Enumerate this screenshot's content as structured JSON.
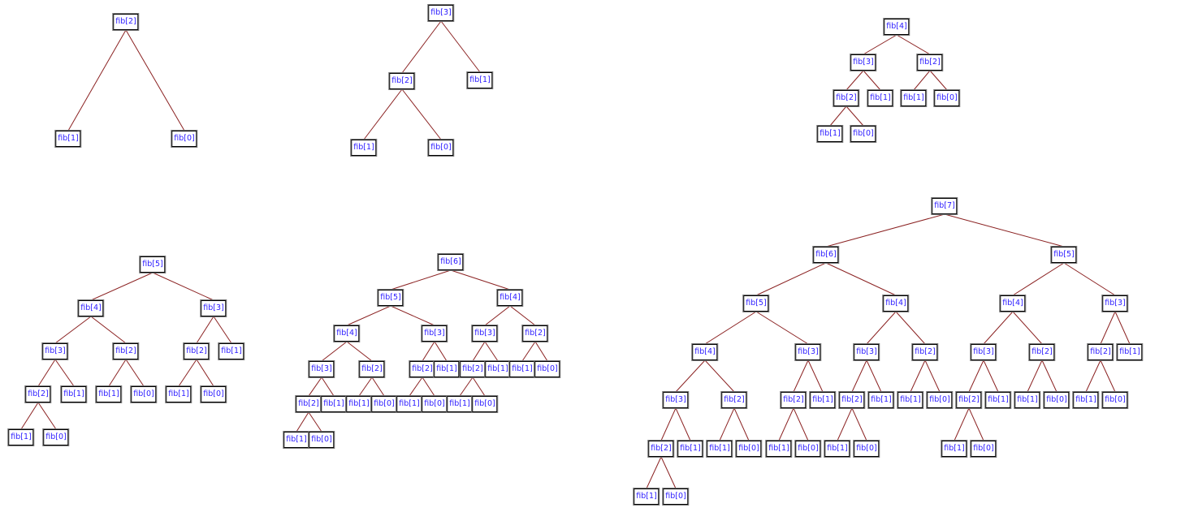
{
  "colors": {
    "edge": "#8b2222",
    "label": "#2a1aff",
    "border": "#000000"
  },
  "trees": [
    {
      "label": "fib[2]",
      "children": [
        {
          "label": "fib[1]"
        },
        {
          "label": "fib[0]"
        }
      ]
    },
    {
      "label": "fib[3]",
      "children": [
        {
          "label": "fib[2]",
          "children": [
            {
              "label": "fib[1]"
            },
            {
              "label": "fib[0]"
            }
          ]
        },
        {
          "label": "fib[1]"
        }
      ]
    },
    {
      "label": "fib[4]",
      "children": [
        {
          "label": "fib[3]",
          "children": [
            {
              "label": "fib[2]",
              "children": [
                {
                  "label": "fib[1]"
                },
                {
                  "label": "fib[0]"
                }
              ]
            },
            {
              "label": "fib[1]"
            }
          ]
        },
        {
          "label": "fib[2]",
          "children": [
            {
              "label": "fib[1]"
            },
            {
              "label": "fib[0]"
            }
          ]
        }
      ]
    },
    {
      "label": "fib[5]",
      "children": [
        {
          "label": "fib[4]",
          "children": [
            {
              "label": "fib[3]",
              "children": [
                {
                  "label": "fib[2]",
                  "children": [
                    {
                      "label": "fib[1]"
                    },
                    {
                      "label": "fib[0]"
                    }
                  ]
                },
                {
                  "label": "fib[1]"
                }
              ]
            },
            {
              "label": "fib[2]",
              "children": [
                {
                  "label": "fib[1]"
                },
                {
                  "label": "fib[0]"
                }
              ]
            }
          ]
        },
        {
          "label": "fib[3]",
          "children": [
            {
              "label": "fib[2]",
              "children": [
                {
                  "label": "fib[1]"
                },
                {
                  "label": "fib[0]"
                }
              ]
            },
            {
              "label": "fib[1]"
            }
          ]
        }
      ]
    },
    {
      "label": "fib[6]",
      "children": [
        {
          "label": "fib[5]",
          "children": [
            {
              "label": "fib[4]",
              "children": [
                {
                  "label": "fib[3]",
                  "children": [
                    {
                      "label": "fib[2]",
                      "children": [
                        {
                          "label": "fib[1]"
                        },
                        {
                          "label": "fib[0]"
                        }
                      ]
                    },
                    {
                      "label": "fib[1]"
                    }
                  ]
                },
                {
                  "label": "fib[2]",
                  "children": [
                    {
                      "label": "fib[1]"
                    },
                    {
                      "label": "fib[0]"
                    }
                  ]
                }
              ]
            },
            {
              "label": "fib[3]",
              "children": [
                {
                  "label": "fib[2]",
                  "children": [
                    {
                      "label": "fib[1]"
                    },
                    {
                      "label": "fib[0]"
                    }
                  ]
                },
                {
                  "label": "fib[1]"
                }
              ]
            }
          ]
        },
        {
          "label": "fib[4]",
          "children": [
            {
              "label": "fib[3]",
              "children": [
                {
                  "label": "fib[2]",
                  "children": [
                    {
                      "label": "fib[1]"
                    },
                    {
                      "label": "fib[0]"
                    }
                  ]
                },
                {
                  "label": "fib[1]"
                }
              ]
            },
            {
              "label": "fib[2]",
              "children": [
                {
                  "label": "fib[1]"
                },
                {
                  "label": "fib[0]"
                }
              ]
            }
          ]
        }
      ]
    },
    {
      "label": "fib[7]",
      "children": [
        {
          "label": "fib[6]",
          "children": [
            {
              "label": "fib[5]",
              "children": [
                {
                  "label": "fib[4]",
                  "children": [
                    {
                      "label": "fib[3]",
                      "children": [
                        {
                          "label": "fib[2]",
                          "children": [
                            {
                              "label": "fib[1]"
                            },
                            {
                              "label": "fib[0]"
                            }
                          ]
                        },
                        {
                          "label": "fib[1]"
                        }
                      ]
                    },
                    {
                      "label": "fib[2]",
                      "children": [
                        {
                          "label": "fib[1]"
                        },
                        {
                          "label": "fib[0]"
                        }
                      ]
                    }
                  ]
                },
                {
                  "label": "fib[3]",
                  "children": [
                    {
                      "label": "fib[2]",
                      "children": [
                        {
                          "label": "fib[1]"
                        },
                        {
                          "label": "fib[0]"
                        }
                      ]
                    },
                    {
                      "label": "fib[1]"
                    }
                  ]
                }
              ]
            },
            {
              "label": "fib[4]",
              "children": [
                {
                  "label": "fib[3]",
                  "children": [
                    {
                      "label": "fib[2]",
                      "children": [
                        {
                          "label": "fib[1]"
                        },
                        {
                          "label": "fib[0]"
                        }
                      ]
                    },
                    {
                      "label": "fib[1]"
                    }
                  ]
                },
                {
                  "label": "fib[2]",
                  "children": [
                    {
                      "label": "fib[1]"
                    },
                    {
                      "label": "fib[0]"
                    }
                  ]
                }
              ]
            }
          ]
        },
        {
          "label": "fib[5]",
          "children": [
            {
              "label": "fib[4]",
              "children": [
                {
                  "label": "fib[3]",
                  "children": [
                    {
                      "label": "fib[2]",
                      "children": [
                        {
                          "label": "fib[1]"
                        },
                        {
                          "label": "fib[0]"
                        }
                      ]
                    },
                    {
                      "label": "fib[1]"
                    }
                  ]
                },
                {
                  "label": "fib[2]",
                  "children": [
                    {
                      "label": "fib[1]"
                    },
                    {
                      "label": "fib[0]"
                    }
                  ]
                }
              ]
            },
            {
              "label": "fib[3]",
              "children": [
                {
                  "label": "fib[2]",
                  "children": [
                    {
                      "label": "fib[1]"
                    },
                    {
                      "label": "fib[0]"
                    }
                  ]
                },
                {
                  "label": "fib[1]"
                }
              ]
            }
          ]
        }
      ]
    }
  ]
}
